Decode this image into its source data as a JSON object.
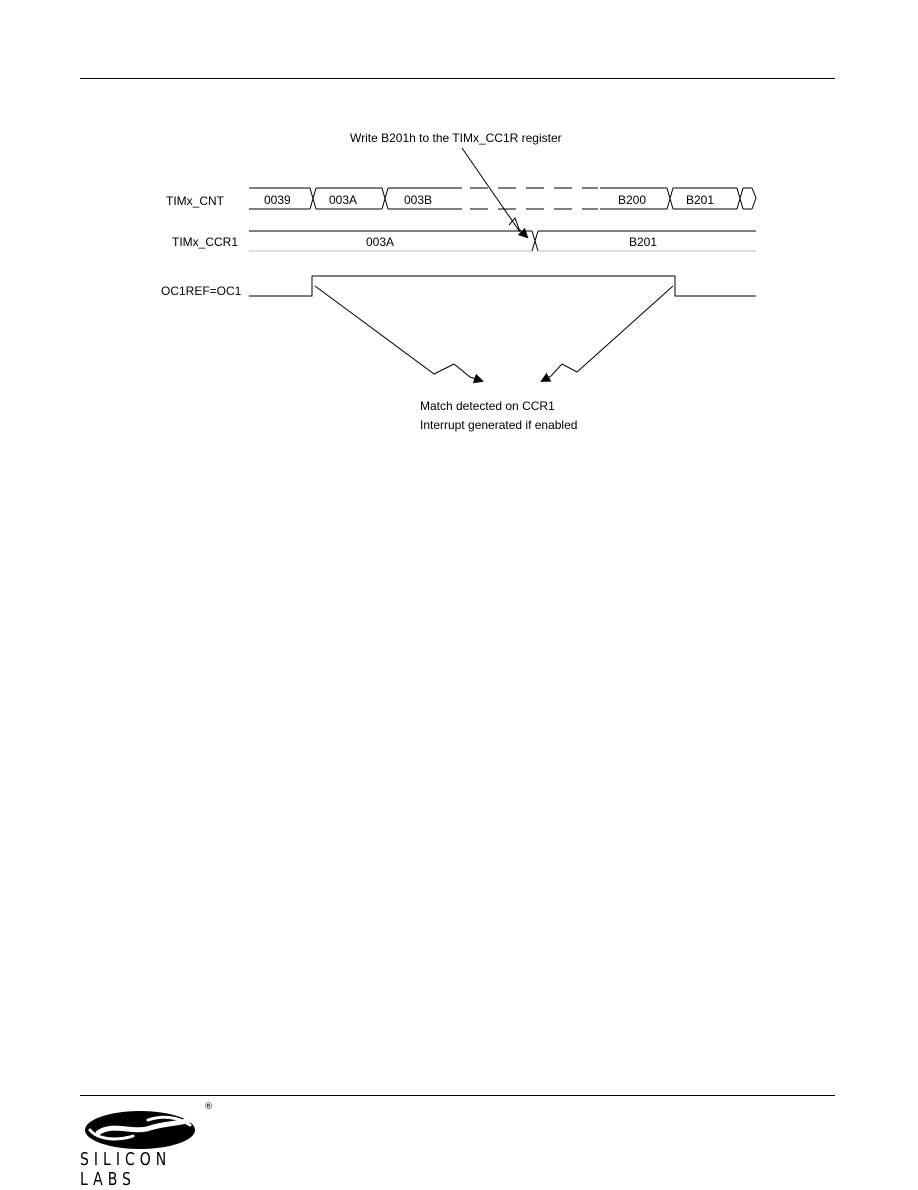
{
  "diagram": {
    "annotation_write": "Write B201h to the TIMx_CC1R register",
    "signals": [
      {
        "label": "TIMx_CNT"
      },
      {
        "label": "TIMx_CCR1"
      },
      {
        "label": "OC1REF=OC1"
      }
    ],
    "cnt_values": [
      "0039",
      "003A",
      "003B",
      "B200",
      "B201"
    ],
    "ccr1_values": [
      "003A",
      "B201"
    ],
    "match_note": {
      "line1": "Match detected on CCR1",
      "line2": "Interrupt generated if enabled"
    }
  },
  "footer": {
    "logo_text": "SILICON LABS",
    "registered_mark": "®"
  }
}
